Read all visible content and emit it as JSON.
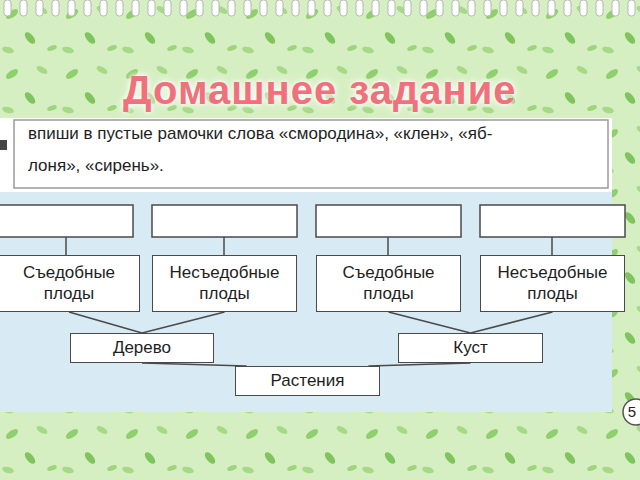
{
  "diagram": {
    "title": "Домашнее задание",
    "nodes": [
      {
        "text": [
          "Съедобные плоды"
        ]
      },
      {
        "text": [
          "Несъедобные плоды"
        ]
      },
      {
        "text": [
          "Съедобные плоды"
        ]
      },
      {
        "text": [
          "Несъедобные плоды"
        ]
      },
      {
        "text": [
          "Дерево"
        ]
      },
      {
        "text": [
          "Куст"
        ]
      },
      {
        "text": [
          "Растения"
        ]
      }
    ],
    "edges": [
      {
        "from": 4,
        "to": 0,
        "arrow": "none"
      },
      {
        "from": 4,
        "to": 1,
        "arrow": "none"
      },
      {
        "from": 5,
        "to": 2,
        "arrow": "none"
      },
      {
        "from": 5,
        "to": 3,
        "arrow": "none"
      },
      {
        "from": 6,
        "to": 4,
        "arrow": "none"
      },
      {
        "from": 6,
        "to": 5,
        "arrow": "none"
      }
    ],
    "labels": [
      "впиши в пустые рамочки слова «смородина», «клен», «яб-",
      "лоня», «сирень».",
      "5"
    ]
  }
}
